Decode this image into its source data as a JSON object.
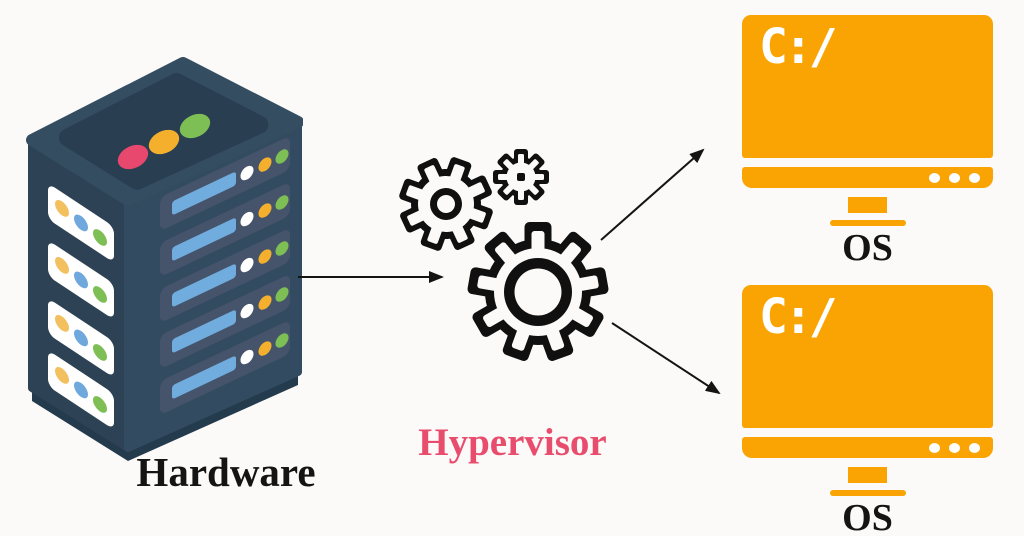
{
  "diagram": {
    "background_color": "#fbfaf9",
    "hardware": {
      "label": "Hardware",
      "label_color": "#141414",
      "icon": "server-rack-icon"
    },
    "hypervisor": {
      "label": "Hypervisor",
      "label_color": "#e94d6e",
      "icon": "gears-icon"
    },
    "vms": [
      {
        "screen_text": "C:/",
        "os_label": "OS",
        "icon": "monitor-icon",
        "monitor_color": "#f9a402"
      },
      {
        "screen_text": "C:/",
        "os_label": "OS",
        "icon": "monitor-icon",
        "monitor_color": "#f9a402"
      }
    ],
    "arrows": [
      {
        "name": "hardware-to-hypervisor"
      },
      {
        "name": "hypervisor-to-vm1"
      },
      {
        "name": "hypervisor-to-vm2"
      }
    ],
    "palette": {
      "server_body": "#334b60",
      "server_side": "#2d4254",
      "server_inset": "#2a3e52",
      "server_rim": "#243a4d",
      "rack_slab": "#46546b",
      "rack_bar_blue": "#71acde",
      "dot_red": "#e8486d",
      "dot_yellow": "#f4b02c",
      "dot_green": "#7dbe55",
      "dot_blue": "#6fa8dc",
      "panel_white": "#ffffff",
      "gear_color": "#101010",
      "arrow_color": "#141414",
      "monitor_orange": "#f9a402"
    }
  }
}
